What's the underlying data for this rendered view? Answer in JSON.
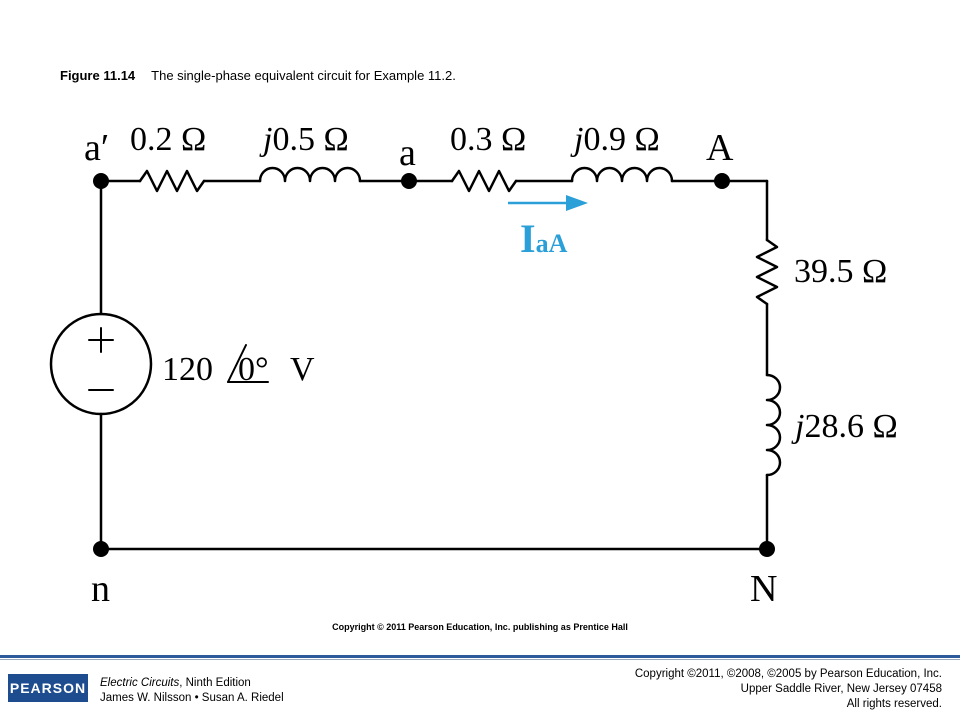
{
  "caption": {
    "figure_number": "Figure 11.14",
    "text": "The single-phase equivalent circuit for Example 11.2."
  },
  "circuit": {
    "nodes": {
      "a_prime": "a′",
      "a": "a",
      "A": "A",
      "n": "n",
      "N": "N"
    },
    "labels": {
      "r1": "0.2 Ω",
      "x1_j": "j",
      "x1_rest": "0.5 Ω",
      "r2": "0.3 Ω",
      "x2_j": "j",
      "x2_rest": "0.9 Ω",
      "load_r": "39.5 Ω",
      "load_x_j": "j",
      "load_x_rest": "28.6 Ω",
      "source_magnitude": "120",
      "source_angle": "0°",
      "source_unit": "V",
      "source_plus": "+",
      "source_minus": "–",
      "current_main": "I",
      "current_sub": "aA"
    },
    "colors": {
      "wire": "#000000",
      "current": "#2a9fd8"
    }
  },
  "figure_copyright": "Copyright © 2011 Pearson Education, Inc. publishing as Prentice Hall",
  "footer": {
    "logo_text": "PEARSON",
    "book_title": "Electric Circuits",
    "book_edition": ", Ninth Edition",
    "authors": "James W. Nilsson • Susan A. Riedel",
    "copyright_line1": "Copyright ©2011, ©2008, ©2005 by Pearson Education, Inc.",
    "copyright_line2": "Upper Saddle River, New Jersey 07458",
    "copyright_line3": "All rights reserved.",
    "colors": {
      "rule": "#2c5a9a",
      "logo_bg": "#1e4d8f"
    }
  }
}
